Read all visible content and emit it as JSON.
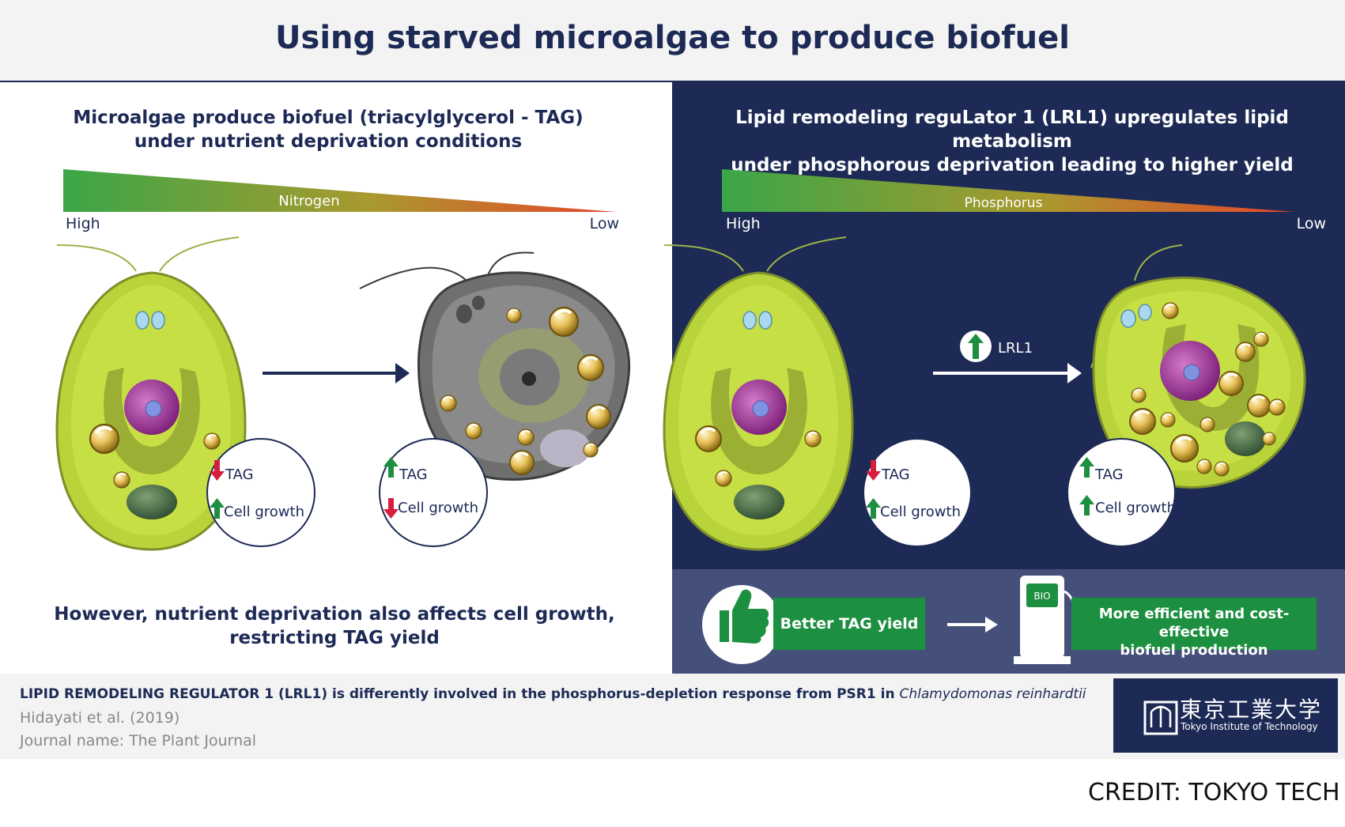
{
  "title": "Using starved microalgae to produce biofuel",
  "left": {
    "heading_line1": "Microalgae produce biofuel (triacylglycerol - TAG)",
    "heading_line2": "under nutrient deprivation conditions",
    "gradient_label": "Nitrogen",
    "high_label": "High",
    "low_label": "Low",
    "cell1": {
      "tag": "TAG",
      "growth": "Cell growth",
      "tag_dir": "down",
      "growth_dir": "up"
    },
    "cell2": {
      "tag": "TAG",
      "growth": "Cell growth",
      "tag_dir": "up",
      "growth_dir": "down"
    },
    "footer_line1": "However, nutrient deprivation also affects cell growth,",
    "footer_line2": "restricting TAG yield"
  },
  "right": {
    "heading_line1": "Lipid remodeling reguLator 1 (LRL1) upregulates lipid metabolism",
    "heading_line2": "under phosphorous deprivation leading to higher yield",
    "gradient_label": "Phosphorus",
    "high_label": "High",
    "low_label": "Low",
    "arrow_label": "LRL1",
    "cell1": {
      "tag": "TAG",
      "growth": "Cell growth",
      "tag_dir": "down",
      "growth_dir": "up"
    },
    "cell2": {
      "tag": "TAG",
      "growth": "Cell growth",
      "tag_dir": "up",
      "growth_dir": "up"
    },
    "better_label": "Better TAG yield",
    "pump_label": "BIO",
    "efficient_line1": "More efficient and cost-effective",
    "efficient_line2": "biofuel production"
  },
  "citation": {
    "paper_title": "LIPID REMODELING REGULATOR 1 (LRL1) is differently involved in the phosphorus-depletion response from PSR1 in",
    "species": "Chlamydomonas reinhardtii",
    "authors": "Hidayati et al. (2019)",
    "journal": "Journal name: The Plant Journal"
  },
  "logo": {
    "japanese": "東京工業大学",
    "english": "Tokyo Institute of Technology"
  },
  "credit": "CREDIT: TOKYO TECH",
  "colors": {
    "navy": "#1c2a55",
    "cell_green": "#b9d43a",
    "up_arrow": "#1d8f40",
    "down_arrow": "#d81e3f",
    "strip": "#45507a"
  }
}
